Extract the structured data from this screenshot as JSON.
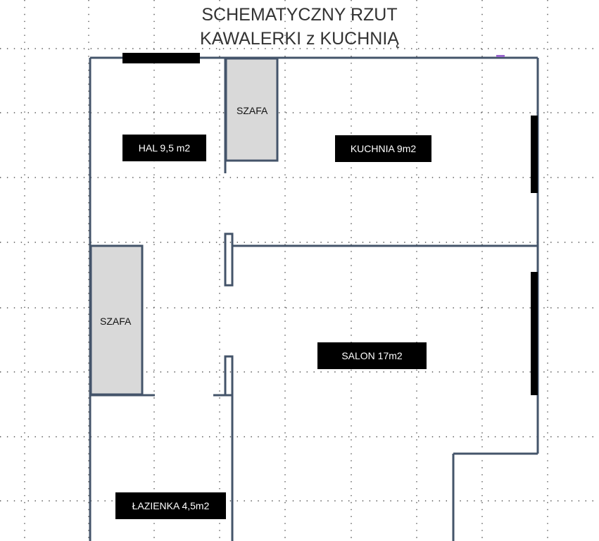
{
  "title": {
    "line1": "SCHEMATYCZNY RZUT",
    "line2": "KAWALERKI z KUCHNIĄ"
  },
  "rooms": {
    "hall": "HAL 9,5 m2",
    "kitchen": "KUCHNIA 9m2",
    "living_room": "SALON 17m2",
    "bathroom": "ŁAZIENKA 4,5m2"
  },
  "closets": {
    "top": "SZAFA",
    "left": "SZAFA"
  },
  "colors": {
    "wall": "#44546a",
    "window": "#000000",
    "closet_fill": "#d9d9d9",
    "grid_dots": "#555555",
    "label_bg": "#000000",
    "label_text": "#ffffff"
  }
}
